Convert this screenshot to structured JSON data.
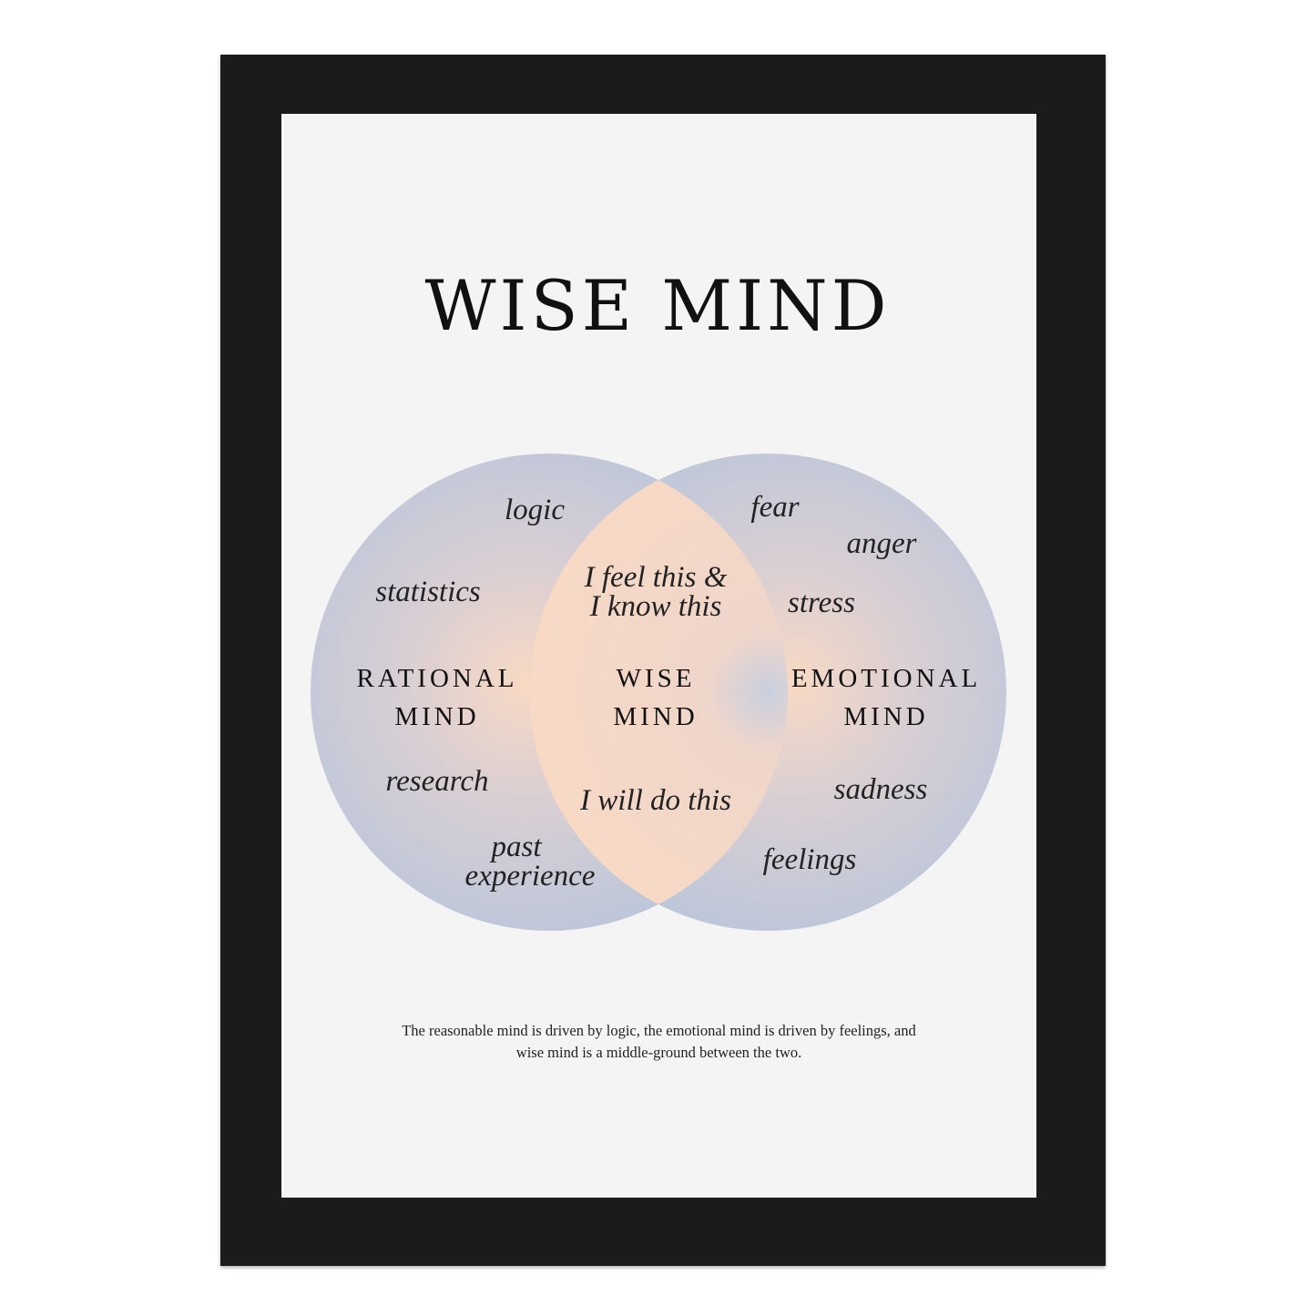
{
  "title": "WISE MIND",
  "left": {
    "heading": [
      "RATIONAL",
      "MIND"
    ],
    "words": [
      "logic",
      "statistics",
      "research",
      "past",
      "experience"
    ]
  },
  "center": {
    "heading": [
      "WISE",
      "MIND"
    ],
    "words": [
      "I feel this &",
      "I know this",
      "I will do this"
    ]
  },
  "right": {
    "heading": [
      "EMOTIONAL",
      "MIND"
    ],
    "words": [
      "fear",
      "anger",
      "stress",
      "sadness",
      "feelings"
    ]
  },
  "caption": [
    "The reasonable mind is driven by logic, the emotional mind is driven by feelings, and",
    "wise mind is a middle-ground between the two."
  ],
  "colors": {
    "frame": "#1b1b1b",
    "mat": "#f4f4f4",
    "blue": "#bcc6da",
    "peach": "#f5d7c4"
  }
}
